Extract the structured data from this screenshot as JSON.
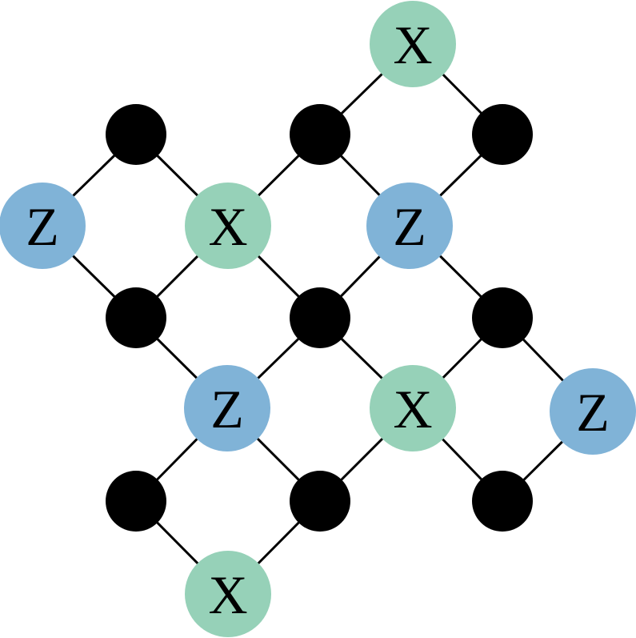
{
  "colors": {
    "x_stabilizer": "#96d1b8",
    "z_stabilizer": "#80b3d7",
    "data_qubit": "#000000",
    "edge": "#000000"
  },
  "labels": {
    "x": "X",
    "z": "Z"
  },
  "stabilizers": [
    {
      "type": "x",
      "label": "X"
    },
    {
      "type": "z",
      "label": "Z"
    },
    {
      "type": "x",
      "label": "X"
    },
    {
      "type": "z",
      "label": "Z"
    },
    {
      "type": "z",
      "label": "Z"
    },
    {
      "type": "x",
      "label": "X"
    },
    {
      "type": "z",
      "label": "Z"
    },
    {
      "type": "x",
      "label": "X"
    }
  ],
  "data_qubit_count": 9
}
